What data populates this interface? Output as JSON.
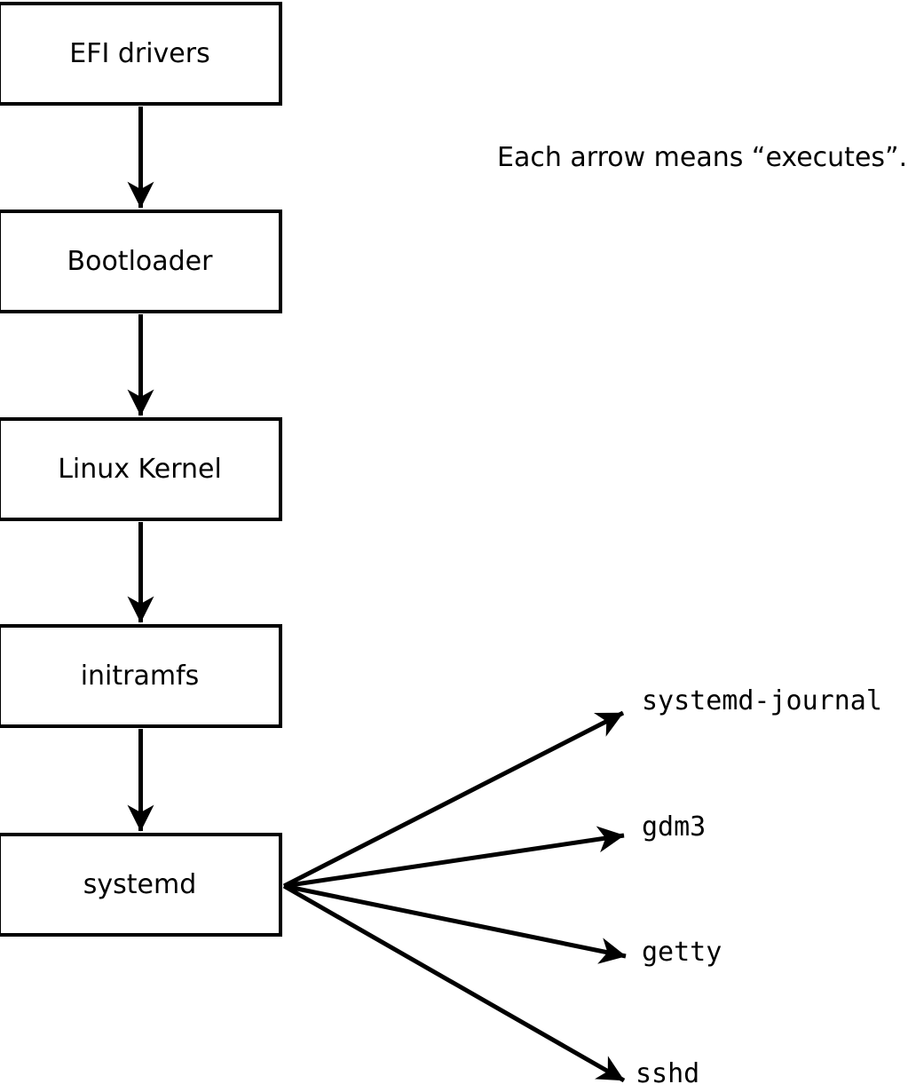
{
  "diagram": {
    "annotation": "Each arrow means “executes”.",
    "nodes": [
      {
        "id": "efi-drivers",
        "label": "EFI drivers"
      },
      {
        "id": "bootloader",
        "label": "Bootloader"
      },
      {
        "id": "linux-kernel",
        "label": "Linux Kernel"
      },
      {
        "id": "initramfs",
        "label": "initramfs"
      },
      {
        "id": "systemd",
        "label": "systemd"
      }
    ],
    "services": [
      {
        "id": "systemd-journal",
        "label": "systemd-journal"
      },
      {
        "id": "gdm3",
        "label": "gdm3"
      },
      {
        "id": "getty",
        "label": "getty"
      },
      {
        "id": "sshd",
        "label": "sshd"
      }
    ],
    "colors": {
      "stroke": "#000000",
      "box_fill": "#ffffff",
      "background": "#ffffff"
    }
  }
}
